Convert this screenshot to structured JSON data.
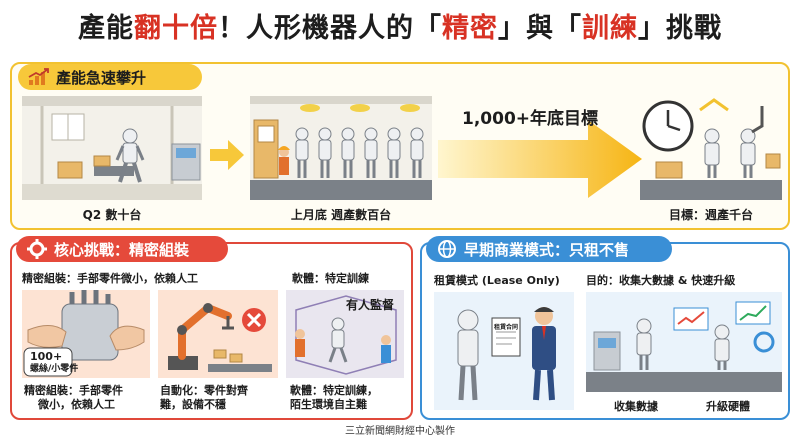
{
  "title": {
    "part1": "產能",
    "part2": "翻十倍",
    "part3": "！人形機器人的「",
    "part4": "精密",
    "part5": "」與「",
    "part6": "訓練",
    "part7": "」挑戰"
  },
  "capacity": {
    "header": "產能急速攀升",
    "stage1_caption": "Q2 數十台",
    "stage2_caption": "上月底 週產數百台",
    "goal_label": "1,000+年底目標",
    "stage3_caption": "目標：週產千台"
  },
  "challenge": {
    "header": "核心挑戰：精密組裝",
    "top_label_left": "精密組裝：手部零件微小，依賴人工",
    "top_label_right": "軟體：特定訓練",
    "parts_badge_line1": "100+",
    "parts_badge_line2": "螺絲/小零件",
    "caption1_line1": "精密組裝：手部零件",
    "caption1_line2": "微小，依賴人工",
    "caption2_line1": "自動化：零件對齊",
    "caption2_line2": "難，設備不穩",
    "supervised_label": "有人監督",
    "caption3_line1": "軟體：特定訓練，",
    "caption3_line2": "陌生環境自主難"
  },
  "business": {
    "header": "早期商業模式：只租不售",
    "left_label": "租賃模式 (Lease Only)",
    "right_label": "目的：收集大數據 & 快速升級",
    "contract_text": "租賃合同",
    "caption_collect": "收集數據",
    "caption_upgrade": "升級硬體"
  },
  "footer": "三立新聞網財經中心製作",
  "colors": {
    "red": "#d83224",
    "yellow": "#f7c83a",
    "blue": "#3a8fd6"
  }
}
